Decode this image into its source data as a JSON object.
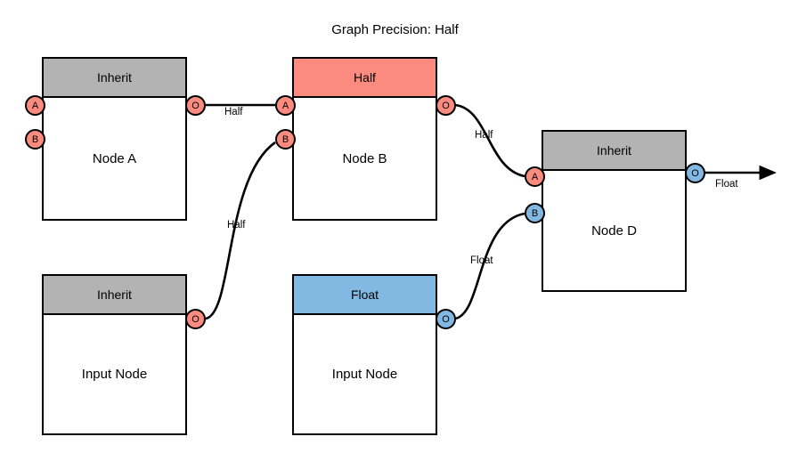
{
  "title": "Graph Precision: Half",
  "colors": {
    "inherit_header": "#b3b3b3",
    "half_header": "#fc8b7f",
    "float_header": "#82b9e3",
    "half_port": "#fc8b7f",
    "float_port": "#82b9e3",
    "stroke": "#000000",
    "background": "#ffffff"
  },
  "nodes": [
    {
      "id": "node-a",
      "header": "Inherit",
      "header_type": "inherit",
      "name": "Node A",
      "ports": [
        {
          "id": "a-in-a",
          "label": "A",
          "color": "salmon",
          "side": "left"
        },
        {
          "id": "a-in-b",
          "label": "B",
          "color": "salmon",
          "side": "left"
        },
        {
          "id": "a-out-o",
          "label": "O",
          "color": "salmon",
          "side": "right"
        }
      ]
    },
    {
      "id": "node-b",
      "header": "Half",
      "header_type": "half",
      "name": "Node B",
      "ports": [
        {
          "id": "b-in-a",
          "label": "A",
          "color": "salmon",
          "side": "left"
        },
        {
          "id": "b-in-b",
          "label": "B",
          "color": "salmon",
          "side": "left"
        },
        {
          "id": "b-out-o",
          "label": "O",
          "color": "salmon",
          "side": "right"
        }
      ]
    },
    {
      "id": "node-d",
      "header": "Inherit",
      "header_type": "inherit",
      "name": "Node D",
      "ports": [
        {
          "id": "d-in-a",
          "label": "A",
          "color": "salmon",
          "side": "left"
        },
        {
          "id": "d-in-b",
          "label": "B",
          "color": "blue",
          "side": "left"
        },
        {
          "id": "d-out-o",
          "label": "O",
          "color": "blue",
          "side": "right"
        }
      ]
    },
    {
      "id": "input-node-inherit",
      "header": "Inherit",
      "header_type": "inherit",
      "name": "Input Node",
      "ports": [
        {
          "id": "in1-out-o",
          "label": "O",
          "color": "salmon",
          "side": "right"
        }
      ]
    },
    {
      "id": "input-node-float",
      "header": "Float",
      "header_type": "float",
      "name": "Input Node",
      "ports": [
        {
          "id": "in2-out-o",
          "label": "O",
          "color": "blue",
          "side": "right"
        }
      ]
    }
  ],
  "edges": [
    {
      "id": "edge-a-to-b",
      "from": "node-a.O",
      "to": "node-b.A",
      "label": "Half"
    },
    {
      "id": "edge-in1-to-b",
      "from": "input-node-inherit.O",
      "to": "node-b.B",
      "label": "Half"
    },
    {
      "id": "edge-b-to-d",
      "from": "node-b.O",
      "to": "node-d.A",
      "label": "Half"
    },
    {
      "id": "edge-in2-to-d",
      "from": "input-node-float.O",
      "to": "node-d.B",
      "label": "Float"
    },
    {
      "id": "edge-d-output",
      "from": "node-d.O",
      "to": "graph-output",
      "label": "Float"
    }
  ]
}
